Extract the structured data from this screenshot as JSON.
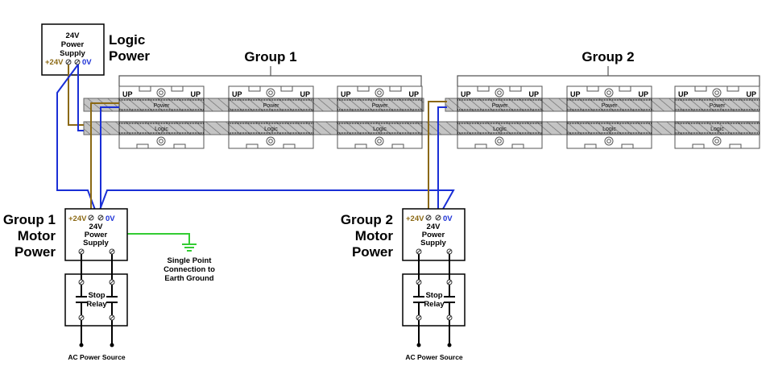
{
  "colors": {
    "plus24_wire": "#8B6914",
    "zero_v_wire": "#1a2fd6",
    "ground_wire": "#33cc33",
    "outline": "#000000",
    "module_outline": "#555555",
    "bus_fill": "#b0b0b0",
    "plus24_label": "#8B6914",
    "zero_v_label": "#1a2fd6"
  },
  "logic_power": {
    "title": "Logic Power",
    "title_line1": "Logic",
    "title_line2": "Power",
    "supply_line1": "24V",
    "supply_line2": "Power",
    "supply_line3": "Supply",
    "plus_label": "+24V",
    "zero_label": "0V"
  },
  "groups": [
    {
      "label": "Group 1",
      "modules": [
        {
          "up_left": "UP",
          "up_right": "UP",
          "power_label": "Power",
          "logic_label": "Logic"
        },
        {
          "up_left": "UP",
          "up_right": "UP",
          "power_label": "Power",
          "logic_label": "Logic"
        },
        {
          "up_left": "UP",
          "up_right": "UP",
          "power_label": "Power",
          "logic_label": "Logic"
        }
      ]
    },
    {
      "label": "Group 2",
      "modules": [
        {
          "up_left": "UP",
          "up_right": "UP",
          "power_label": "Power",
          "logic_label": "Logic"
        },
        {
          "up_left": "UP",
          "up_right": "UP",
          "power_label": "Power",
          "logic_label": "Logic"
        },
        {
          "up_left": "UP",
          "up_right": "UP",
          "power_label": "Power",
          "logic_label": "Logic"
        }
      ]
    }
  ],
  "motor_power": [
    {
      "title_line1": "Group 1",
      "title_line2": "Motor",
      "title_line3": "Power",
      "supply_line1": "24V",
      "supply_line2": "Power",
      "supply_line3": "Supply",
      "plus_label": "+24V",
      "zero_label": "0V",
      "relay_line1": "Stop",
      "relay_line2": "Relay",
      "source_label": "AC Power Source"
    },
    {
      "title_line1": "Group 2",
      "title_line2": "Motor",
      "title_line3": "Power",
      "supply_line1": "24V",
      "supply_line2": "Power",
      "supply_line3": "Supply",
      "plus_label": "+24V",
      "zero_label": "0V",
      "relay_line1": "Stop",
      "relay_line2": "Relay",
      "source_label": "AC Power Source"
    }
  ],
  "ground": {
    "line1": "Single Point",
    "line2": "Connection to",
    "line3": "Earth Ground"
  }
}
